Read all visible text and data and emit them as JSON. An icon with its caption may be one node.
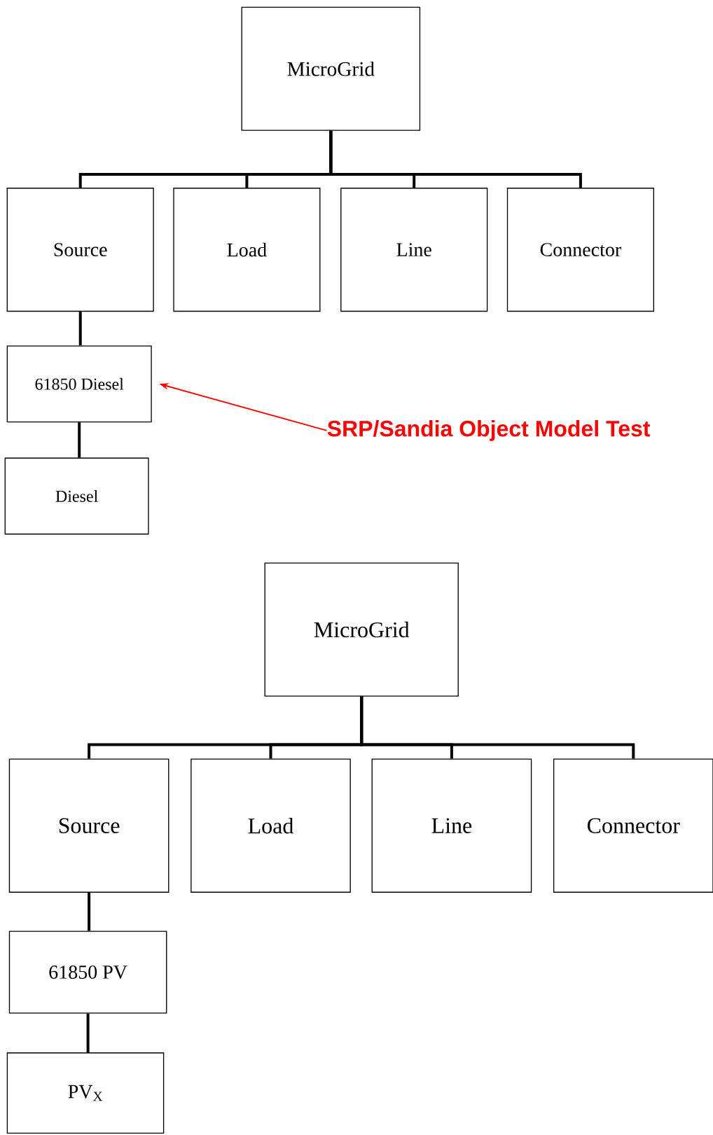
{
  "diagram": {
    "nodes": [
      {
        "text": [
          "MicroGrid"
        ]
      },
      {
        "text": [
          "Source"
        ]
      },
      {
        "text": [
          "Load"
        ]
      },
      {
        "text": [
          "Line"
        ]
      },
      {
        "text": [
          "Connector"
        ]
      },
      {
        "text": [
          "61850 Diesel"
        ]
      },
      {
        "text": [
          "Diesel"
        ]
      },
      {
        "text": [
          "SRP/Sandia Object Model Test"
        ]
      },
      {
        "text": [
          "MicroGrid"
        ]
      },
      {
        "text": [
          "Source"
        ]
      },
      {
        "text": [
          "Load"
        ]
      },
      {
        "text": [
          "Line"
        ]
      },
      {
        "text": [
          "Connector"
        ]
      },
      {
        "text": [
          "61850 PV"
        ]
      },
      {
        "text": [
          "PV$_{X}$"
        ]
      }
    ],
    "edges": [
      {
        "from": 0,
        "to": 1,
        "arrow": "none"
      },
      {
        "from": 0,
        "to": 2,
        "arrow": "none"
      },
      {
        "from": 0,
        "to": 3,
        "arrow": "none"
      },
      {
        "from": 0,
        "to": 4,
        "arrow": "none"
      },
      {
        "from": 1,
        "to": 5,
        "arrow": "none"
      },
      {
        "from": 5,
        "to": 6,
        "arrow": "none"
      },
      {
        "from": 7,
        "to": 5,
        "arrow": "to",
        "color": "#ff0000"
      },
      {
        "from": 8,
        "to": 9,
        "arrow": "none"
      },
      {
        "from": 8,
        "to": 10,
        "arrow": "none"
      },
      {
        "from": 8,
        "to": 11,
        "arrow": "none"
      },
      {
        "from": 8,
        "to": 12,
        "arrow": "none"
      },
      {
        "from": 9,
        "to": 13,
        "arrow": "none"
      },
      {
        "from": 13,
        "to": 14,
        "arrow": "none"
      }
    ]
  }
}
